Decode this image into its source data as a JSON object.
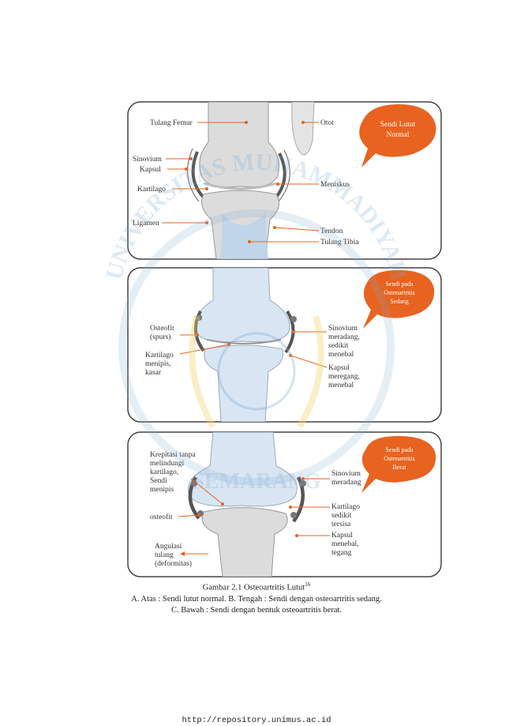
{
  "panels": {
    "top": {
      "bubble": [
        "Sendi Lutut",
        "Normal"
      ],
      "labels": {
        "tulang_femur": "Tulang Femur",
        "otot": "Otot",
        "sinovium": "Sinovium",
        "kapsul": "Kapsul",
        "kartilago": "Kartilago",
        "meniskus": "Meniskus",
        "ligamen": "Ligamen",
        "tendon": "Tendon",
        "tulang_tibia": "Tulang Tibia"
      }
    },
    "middle": {
      "bubble": [
        "Sendi pada",
        "Osteoartritis",
        "Sedang"
      ],
      "labels": {
        "osteofit": [
          "Osteofit",
          "(spurs)"
        ],
        "kartilago": [
          "Kartilago",
          "menipis,",
          "kasar"
        ],
        "sinovium": [
          "Sinovium",
          "meradang,",
          "sedikit",
          "menebal"
        ],
        "kapsul": [
          "Kapsul",
          "meregang,",
          "menebal"
        ]
      }
    },
    "bottom": {
      "bubble": [
        "Sendi pada",
        "Osteoartritis",
        "Berat"
      ],
      "labels": {
        "krepitasi": [
          "Krepitasi tanpa",
          "melindungi",
          "kartilago,",
          "Sendi",
          "menipis"
        ],
        "osteofit": "osteofit",
        "angulasi": [
          "Angulasi",
          "tulang",
          "(deformitas)"
        ],
        "sinovium": [
          "Sinovium",
          "meradang"
        ],
        "kartilago": [
          "Kartilago",
          "sedikit",
          "tersisa"
        ],
        "kapsul": [
          "Kapsul",
          "menebal,",
          "tegang"
        ]
      }
    }
  },
  "watermark": {
    "top_arc": "UNIVERSITAS MUHAMMADIYAH",
    "bottom": "SEMARANG"
  },
  "caption": {
    "title": "Gambar 2.1 Osteoartritis Lutut",
    "ref": "16",
    "line2": "A. Atas : Sendi lutut normal. B. Tengah : Sendi dengan osteoartritis sedang.",
    "line3": "C. Bawah : Sendi dengan bentuk osteoartritis berat."
  },
  "footer": "http://repository.unimus.ac.id",
  "colors": {
    "bubble": "#e8631f",
    "bone": "#dcdcdc",
    "synovium": "#5a5a5a",
    "watermark_blue": "#7aa6cf",
    "watermark_gold": "#f2d36b",
    "leader": "#e8631f"
  }
}
